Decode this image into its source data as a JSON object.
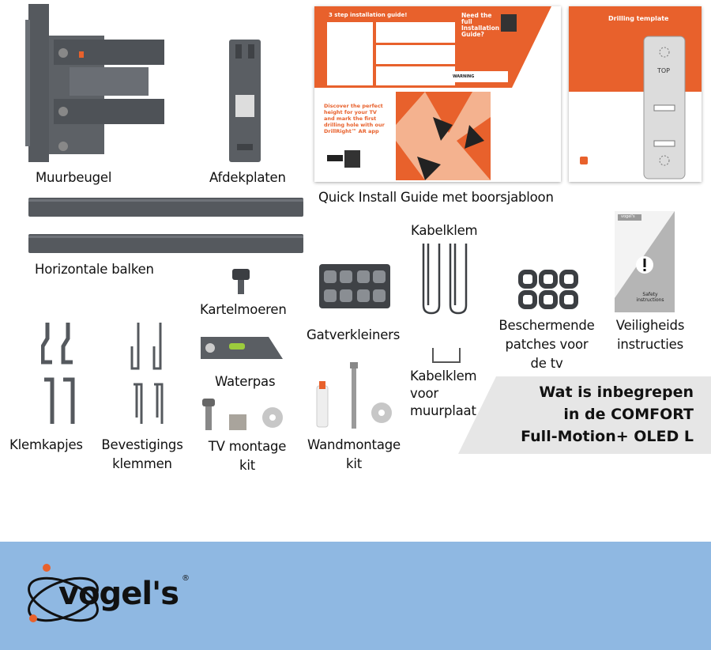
{
  "labels": {
    "wall_bracket": "Muurbeugel",
    "cover_plates": "Afdekplaten",
    "quick_install": "Quick Install Guide met boorsjabloon",
    "horizontal_bars": "Horizontale balken",
    "cable_clip": "Kabelklem",
    "knurled_nuts": "Kartelmoeren",
    "hole_reducers": "Gatverkleiners",
    "protective_patches": [
      "Beschermende",
      "patches voor",
      "de tv"
    ],
    "safety": [
      "Veiligheids",
      "instructies"
    ],
    "cable_clip_wall": [
      "Kabelklem",
      "voor",
      "muurplaat"
    ],
    "spirit_level": "Waterpas",
    "clamp_caps": "Klemkapjes",
    "mounting_clamps": [
      "Bevestigings",
      "klemmen"
    ],
    "tv_kit": [
      "TV montage",
      "kit"
    ],
    "wall_kit": [
      "Wandmontage",
      "kit"
    ]
  },
  "banner": {
    "lines": [
      "Wat is inbegrepen",
      "in de COMFORT",
      "Full-Motion+ OLED L"
    ]
  },
  "guide": {
    "heading": "3 step installation guide!",
    "need_full": "Need the full Installation Guide?",
    "discover": "Discover the perfect height for your TV and mark the first drilling hole with our DrillRight™ AR app",
    "warning": "WARNING",
    "drilling_title": "Drilling template",
    "top_label": "TOP"
  },
  "safety_booklet": {
    "text": "Safety instructions",
    "brand": "vogel's"
  },
  "footer": {
    "logo_text": "vogel's",
    "registered": "®"
  },
  "colors": {
    "accent_orange": "#e8612c",
    "footer_blue": "#8fb8e2",
    "banner_gray": "#e6e6e6",
    "metal_gray": "#55595e"
  }
}
